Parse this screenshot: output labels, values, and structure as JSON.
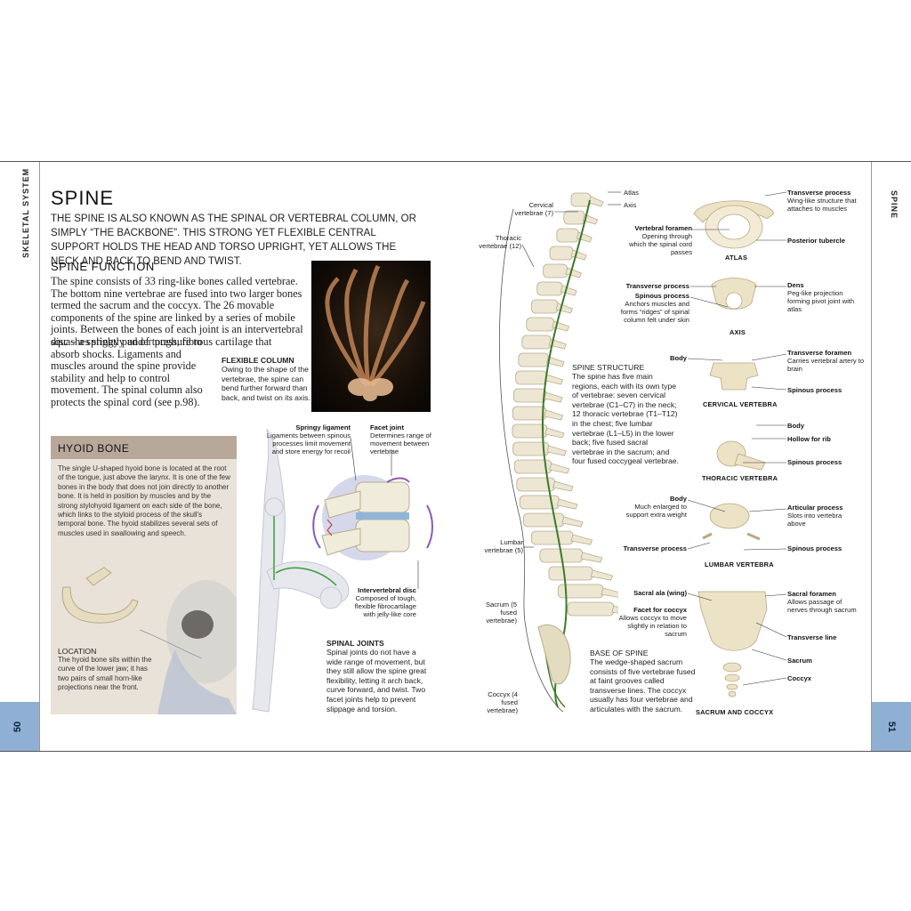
{
  "rail": {
    "left_label": "SKELETAL SYSTEM",
    "right_label": "SPINE",
    "left_page": "50",
    "right_page": "51"
  },
  "title": "SPINE",
  "intro": "THE SPINE IS ALSO KNOWN AS THE SPINAL OR VERTEBRAL COLUMN, OR SIMPLY “THE BACKBONE”. THIS STRONG YET FLEXIBLE CENTRAL SUPPORT HOLDS THE HEAD AND TORSO UPRIGHT, YET ALLOWS THE NECK AND BACK TO BEND AND TWIST.",
  "function": {
    "heading": "SPINE FUNCTION",
    "body1": "The spine consists of 33 ring-like bones called vertebrae. The bottom nine vertebrae are fused into two larger bones termed the sacrum and the coccyx. The 26 movable components of the spine are linked by a series of mobile joints. Between the bones of each joint is an intervertebral disc – a springy pad of tough, fibrous cartilage that",
    "body2": "squashes slightly under pressure to absorb shocks. Ligaments and muscles around the spine provide stability and help to control movement. The spinal column also protects the spinal cord (see p.98)."
  },
  "flexible": {
    "title": "FLEXIBLE COLUMN",
    "text": "Owing to the shape of the vertebrae, the spine can bend further forward than back, and twist on its axis."
  },
  "hyoid": {
    "title": "HYOID BONE",
    "text": "The single U-shaped hyoid bone is located at the root of the tongue, just above the larynx. It is one of the few bones in the body that does not join directly to another bone. It is held in position by muscles and by the strong stylohyoid ligament on each side of the bone, which links to the styloid process of the skull's temporal bone. The hyoid stabilizes several sets of muscles used in swallowing and speech.",
    "loc_title": "LOCATION",
    "loc_text": "The hyoid bone sits within the curve of the lower jaw; it has two pairs of small horn-like projections near the front."
  },
  "joint": {
    "springy_title": "Springy ligament",
    "springy_text": "Ligaments between spinous processes limit movement and store energy for recoil",
    "facet_title": "Facet joint",
    "facet_text": "Determines range of movement between vertebrae",
    "disc_title": "Intervertebral disc",
    "disc_text": "Composed of tough, flexible fibrocartilage with jelly-like core",
    "spinal_title": "SPINAL JOINTS",
    "spinal_text": "Spinal joints do not have a wide range of movement, but they still allow the spine great flexibility, letting it arch back, curve forward, and twist. Two facet joints help to prevent slippage and torsion."
  },
  "column": {
    "cervical": "Cervical vertebrae (7)",
    "thoracic": "Thoracic vertebrae (12)",
    "lumbar": "Lumbar vertebrae (5)",
    "sacrum": "Sacrum (5 fused vertebrae)",
    "coccyx": "Coccyx (4 fused vertebrae)",
    "atlas": "Atlas",
    "axis": "Axis",
    "structure_title": "SPINE STRUCTURE",
    "structure_text": "The spine has five main regions, each with its own type of vertebrae: seven cervical vertebrae (C1–C7) in the neck; 12 thoracic vertebrae (T1–T12) in the chest; five lumbar vertebrae (L1–L5) in the lower back; five fused sacral vertebrae in the sacrum; and four fused coccygeal vertebrae.",
    "base_title": "BASE OF SPINE",
    "base_text": "The wedge-shaped sacrum consists of five vertebrae fused at faint grooves called transverse lines. The coccyx usually has four vertebrae and articulates with the sacrum."
  },
  "vertebrae": {
    "atlas": {
      "name": "ATLAS",
      "l1_title": "Vertebral foramen",
      "l1_text": "Opening through which the spinal cord passes",
      "r1_title": "Transverse process",
      "r1_text": "Wing-like structure that attaches to muscles",
      "r2_title": "Posterior tubercle"
    },
    "axis": {
      "name": "AXIS",
      "l1_title": "Transverse process",
      "l2_title": "Spinous process",
      "l2_text": "Anchors muscles and forms “ridges” of spinal column felt under skin",
      "r1_title": "Dens",
      "r1_text": "Peg-like projection forming pivot joint with atlas"
    },
    "cervical": {
      "name": "CERVICAL VERTEBRA",
      "l1_title": "Body",
      "r1_title": "Transverse foramen",
      "r1_text": "Carries vertebral artery to brain",
      "r2_title": "Spinous process"
    },
    "thoracic": {
      "name": "THORACIC VERTEBRA",
      "r1_title": "Body",
      "r2_title": "Hollow for rib",
      "r3_title": "Spinous process"
    },
    "lumbar": {
      "name": "LUMBAR VERTEBRA",
      "l1_title": "Body",
      "l1_text": "Much enlarged to support extra weight",
      "l2_title": "Transverse process",
      "r1_title": "Articular process",
      "r1_text": "Slots into vertebra above",
      "r2_title": "Spinous process"
    },
    "sacrum": {
      "name": "SACRUM AND COCCYX",
      "l1_title": "Sacral ala (wing)",
      "l2_title": "Facet for coccyx",
      "l2_text": "Allows coccyx to move slightly in relation to sacrum",
      "r1_title": "Sacral foramen",
      "r1_text": "Allows passage of nerves through sacrum",
      "r2_title": "Transverse line",
      "r3_title": "Sacrum",
      "r4_title": "Coccyx"
    }
  }
}
